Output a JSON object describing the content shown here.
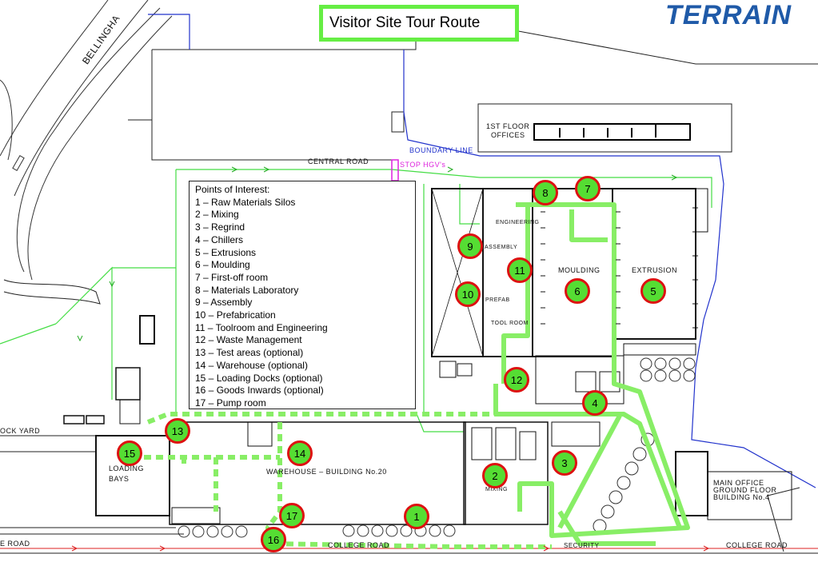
{
  "title": "Visitor Site Tour Route",
  "brand": "TERRAIN",
  "legend": {
    "heading": "Points of Interest:",
    "items": [
      "1 – Raw Materials Silos",
      "2 – Mixing",
      "3 – Regrind",
      "4 – Chillers",
      "5 – Extrusions",
      "6 – Moulding",
      "7 – First-off room",
      "8 – Materials Laboratory",
      "9 – Assembly",
      "10 – Prefabrication",
      "11 – Toolroom and Engineering",
      "12 – Waste Management",
      "13 – Test areas (optional)",
      "14 – Warehouse (optional)",
      "15 – Loading Docks (optional)",
      "16 – Goods Inwards (optional)",
      "17 – Pump room"
    ]
  },
  "points": [
    "1",
    "2",
    "3",
    "4",
    "5",
    "6",
    "7",
    "8",
    "9",
    "10",
    "11",
    "12",
    "13",
    "14",
    "15",
    "16",
    "17"
  ],
  "labels": {
    "bellingham": "BELLINGHA",
    "central_road": "CENTRAL ROAD",
    "stop_hgv": "STOP HGV's",
    "boundary_line": "BOUNDARY LINE",
    "first_floor_offices_1": "1ST FLOOR",
    "first_floor_offices_2": "OFFICES",
    "engineering": "ENGINEERING",
    "assembly": "ASSEMBLY",
    "prefab": "PREFAB",
    "tool_room": "TOOL ROOM",
    "moulding": "MOULDING",
    "extrusion": "EXTRUSION",
    "stock_yard": "OCK YARD",
    "loading_1": "LOADING",
    "loading_2": "BAYS",
    "warehouse": "WAREHOUSE – BUILDING No.20",
    "mixing": "MIXING",
    "college_road_left": "E ROAD",
    "college_road_mid": "COLLEGE ROAD",
    "college_road_right": "COLLEGE ROAD",
    "security": "SECURITY",
    "main_office_1": "MAIN OFFICE",
    "main_office_2": "GROUND FLOOR",
    "main_office_3": "BUILDING No.4"
  },
  "colors": {
    "route": "#88ee66",
    "path": "#44dd44",
    "boundary": "#2233cc",
    "marker_fill": "#55dd33",
    "marker_ring": "#dd1111",
    "road_red": "#dd2222",
    "stop": "#dd22dd",
    "brand": "#1f5aa8"
  }
}
